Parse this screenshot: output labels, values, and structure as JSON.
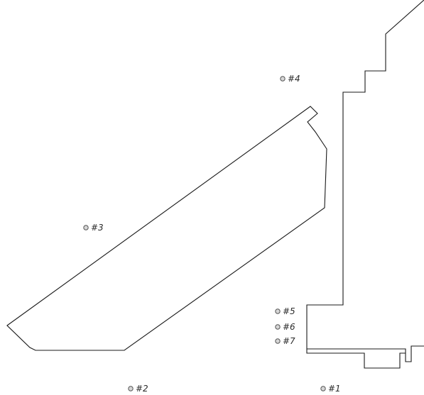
{
  "markers": [
    {
      "id": "1",
      "label": "#1"
    },
    {
      "id": "2",
      "label": "#2"
    },
    {
      "id": "3",
      "label": "#3"
    },
    {
      "id": "4",
      "label": "#4"
    },
    {
      "id": "5",
      "label": "#5"
    },
    {
      "id": "6",
      "label": "#6"
    },
    {
      "id": "7",
      "label": "#7"
    }
  ],
  "colors": {
    "outline": "#1a1a1a",
    "marker_fill": "#d6d6d6",
    "marker_stroke": "#555555",
    "label": "#2a2a2a"
  }
}
